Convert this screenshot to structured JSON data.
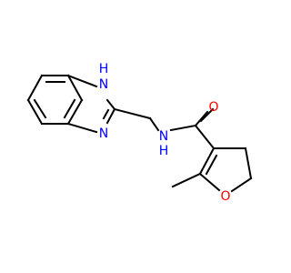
{
  "molecule": {
    "atoms": {
      "nh_ring": {
        "text": "H",
        "subtext": "N",
        "color": "#0000ff"
      },
      "n_ring": {
        "text": "N",
        "color": "#0000ff"
      },
      "amide_n": {
        "text": "N",
        "subtext": "H",
        "color": "#0000ff"
      },
      "carbonyl_o": {
        "text": "O",
        "color": "#ff0000"
      },
      "ring_o": {
        "text": "O",
        "color": "#ff0000"
      }
    }
  }
}
